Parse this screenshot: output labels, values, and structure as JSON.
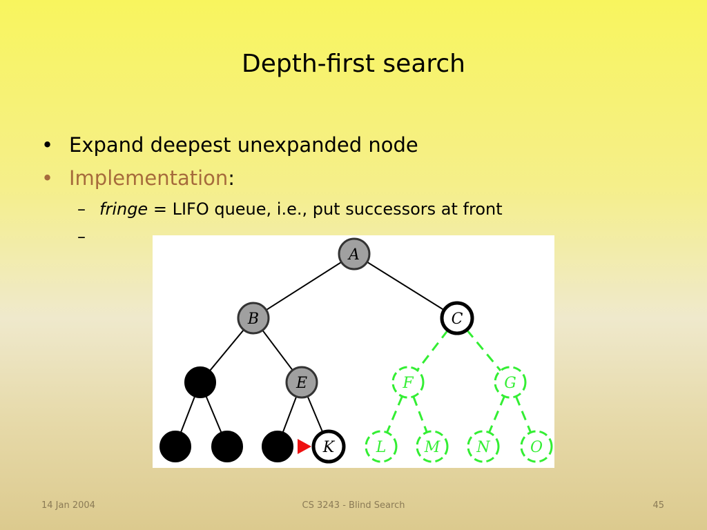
{
  "slide": {
    "title": "Depth-first search",
    "bullets": [
      {
        "marker": "•",
        "text": "Expand deepest unexpanded node"
      },
      {
        "marker": "•",
        "text": "Implementation",
        "suffix": ":"
      }
    ],
    "sub_bullets": [
      {
        "marker": "–",
        "emph": "fringe",
        "text": " = LIFO queue, i.e., put successors at front"
      },
      {
        "marker": "–",
        "text": ""
      }
    ],
    "footer": {
      "date": "14 Jan 2004",
      "course": "CS 3243 - Blind Search",
      "page": "45"
    }
  },
  "colors": {
    "accent_text": "#a66b3c",
    "expanded_node": "#a0a0a0",
    "fringe_node": "#ffffff",
    "discarded_node": "#000000",
    "unexplored": "#33ee33",
    "pointer": "#ee1111"
  },
  "tree": {
    "nodes": [
      {
        "id": "A",
        "label": "A",
        "state": "expanded"
      },
      {
        "id": "B",
        "label": "B",
        "state": "expanded"
      },
      {
        "id": "C",
        "label": "C",
        "state": "fringe"
      },
      {
        "id": "D",
        "label": "",
        "state": "discarded"
      },
      {
        "id": "E",
        "label": "E",
        "state": "expanded"
      },
      {
        "id": "F",
        "label": "F",
        "state": "unexplored"
      },
      {
        "id": "G",
        "label": "G",
        "state": "unexplored"
      },
      {
        "id": "H",
        "label": "",
        "state": "discarded"
      },
      {
        "id": "I",
        "label": "",
        "state": "discarded"
      },
      {
        "id": "J",
        "label": "",
        "state": "discarded"
      },
      {
        "id": "K",
        "label": "K",
        "state": "fringe"
      },
      {
        "id": "L",
        "label": "L",
        "state": "unexplored"
      },
      {
        "id": "M",
        "label": "M",
        "state": "unexplored"
      },
      {
        "id": "N",
        "label": "N",
        "state": "unexplored"
      },
      {
        "id": "O",
        "label": "O",
        "state": "unexplored"
      }
    ],
    "edges": [
      {
        "from": "A",
        "to": "B",
        "state": "solid"
      },
      {
        "from": "A",
        "to": "C",
        "state": "solid"
      },
      {
        "from": "B",
        "to": "D",
        "state": "solid"
      },
      {
        "from": "B",
        "to": "E",
        "state": "solid"
      },
      {
        "from": "C",
        "to": "F",
        "state": "unexplored"
      },
      {
        "from": "C",
        "to": "G",
        "state": "unexplored"
      },
      {
        "from": "D",
        "to": "H",
        "state": "solid"
      },
      {
        "from": "D",
        "to": "I",
        "state": "solid"
      },
      {
        "from": "E",
        "to": "J",
        "state": "solid"
      },
      {
        "from": "E",
        "to": "K",
        "state": "solid"
      },
      {
        "from": "F",
        "to": "L",
        "state": "unexplored"
      },
      {
        "from": "F",
        "to": "M",
        "state": "unexplored"
      },
      {
        "from": "G",
        "to": "N",
        "state": "unexplored"
      },
      {
        "from": "G",
        "to": "O",
        "state": "unexplored"
      }
    ],
    "current_pointer": "K"
  }
}
